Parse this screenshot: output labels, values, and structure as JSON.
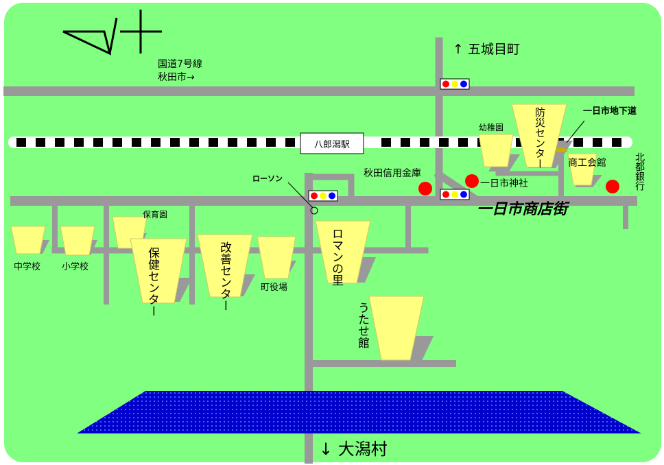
{
  "labels": {
    "route7": "国道7号線",
    "akita_city": "秋田市→",
    "station": "八郎潟駅",
    "gojome": "↑ 五城目町",
    "ogata": "↓ 大潟村",
    "underpass": "一日市地下道",
    "lawson": "ローソン",
    "shotengai": "一日市商店街",
    "akita_shinkin": "秋田信用金庫",
    "jinja": "一日市神社",
    "hokuto_bank": "北都銀行",
    "shoko": "商工会館",
    "yochien": "幼稚園",
    "bousai": "防災センター",
    "hoikuen": "保育園",
    "junior_high": "中学校",
    "elementary": "小学校",
    "hoken": "保健センター",
    "kaizen": "改善センター",
    "yakuba": "町役場",
    "roman": "ロマンの里",
    "utase": "うたせ館"
  },
  "colors": {
    "background": "#80ff80",
    "road": "#999999",
    "building": "#ffff80",
    "shadow": "#999999",
    "marker": "#ff0000",
    "water": "#0000cc",
    "rail_dark": "#000000",
    "rail_light": "#ffffff",
    "signal_red": "#ff0000",
    "signal_yellow": "#ffff00",
    "signal_blue": "#0000ff"
  },
  "icons": {
    "compass": "north-arrow-icon",
    "traffic_signal": "traffic-light-icon",
    "underpass": "underpass-icon",
    "bank_marker": "red-dot-icon"
  }
}
